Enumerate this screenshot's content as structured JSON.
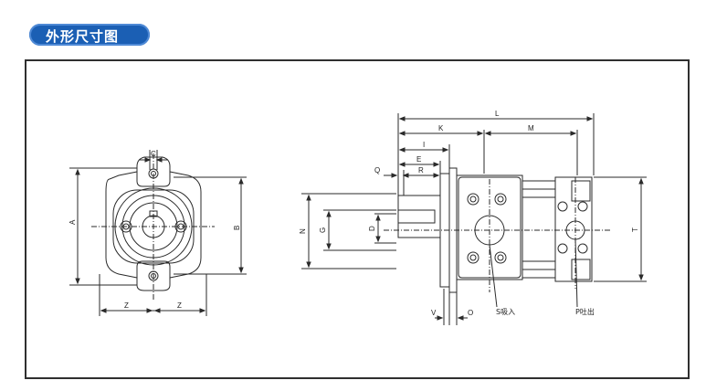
{
  "header": {
    "title": "外形尺寸图"
  },
  "front_view": {
    "labels": {
      "A": "A",
      "B": "B",
      "C": "C",
      "Z_left": "Z",
      "Z_right": "Z"
    }
  },
  "side_view": {
    "labels": {
      "L": "L",
      "K": "K",
      "M": "M",
      "I": "I",
      "E": "E",
      "R": "R",
      "Q": "Q",
      "N": "N",
      "G": "G",
      "D": "D",
      "T": "T",
      "V": "V",
      "O": "O"
    },
    "ports": {
      "suction": "S吸入",
      "discharge": "P吐出"
    }
  },
  "colors": {
    "title_bg": "#1b5fb4",
    "line": "#2a2a2a"
  }
}
